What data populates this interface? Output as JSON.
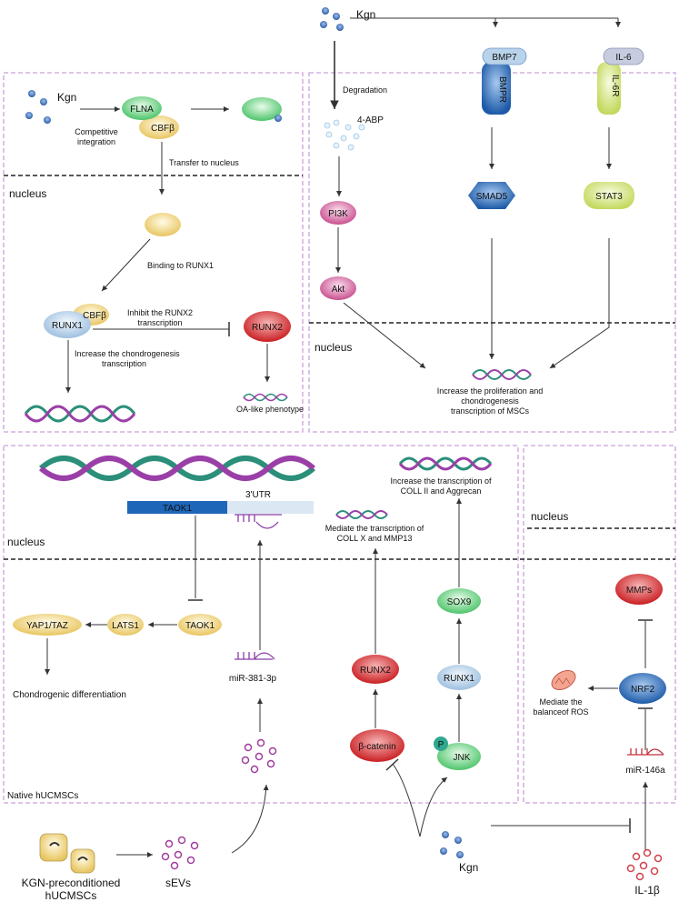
{
  "top": {
    "kgn": "Kgn",
    "degradation": "Degradation",
    "abp": "4-ABP",
    "pi3k": "PI3K",
    "akt": "Akt",
    "bmp7": "BMP7",
    "bmpr": "BMPR",
    "smad5": "SMAD5",
    "il6": "IL-6",
    "il6r": "IL-6R",
    "stat3": "STAT3",
    "nucleus": "nucleus",
    "increase_line1": "Increase the proliferation and",
    "increase_line2": "chondrogenesis",
    "increase_line3": "transcription of MSCs"
  },
  "left_panel": {
    "kgn": "Kgn",
    "flna": "FLNA",
    "cbfb": "CBFβ",
    "competitive_line1": "Competitive",
    "competitive_line2": "integration",
    "transfer": "Transfer to nucleus",
    "nucleus": "nucleus",
    "binding": "Binding to RUNX1",
    "runx1": "RUNX1",
    "cbfb2": "CBFβ",
    "inhibit_line1": "Inhibit the RUNX2",
    "inhibit_line2": "transcription",
    "runx2": "RUNX2",
    "increase_line1": "Increase the chondrogenesis",
    "increase_line2": "transcription",
    "oa": "OA-like phenotype"
  },
  "bottom_left": {
    "taok1_gene": "TAOK1",
    "utr": "3'UTR",
    "nucleus": "nucleus",
    "yap": "YAP1/TAZ",
    "lats1": "LATS1",
    "taok1": "TAOK1",
    "mir381": "miR-381-3p",
    "chondro": "Chondrogenic differentiation",
    "native": "Native hUCMSCs"
  },
  "bottom_mid": {
    "increase_line1": "Increase the  transcription of",
    "increase_line2": "COLL II and Aggrecan",
    "mediate_line1": "Mediate the  transcription of",
    "mediate_line2": "COLL X and MMP13",
    "sox9": "SOX9",
    "runx2": "RUNX2",
    "runx1": "RUNX1",
    "bcatenin": "β-catenin",
    "p": "P",
    "jnk": "JNK"
  },
  "bottom_right": {
    "nucleus": "nucleus",
    "mmps": "MMPs",
    "nrf2": "NRF2",
    "mediate_line1": "Mediate the",
    "mediate_line2": "balanceof ROS",
    "mir146": "miR-146a",
    "il1b": "IL-1β"
  },
  "footer": {
    "kgn_pre_line1": "KGN-preconditioned",
    "kgn_pre_line2": "hUCMSCs",
    "sevs": "sEVs",
    "kgn": "Kgn"
  },
  "colors": {
    "panel_border": "#c9a0dc",
    "nucleus_line": "#222222",
    "kgn_dot": "#3a6db5",
    "green_node": "#7bd88f",
    "yellow_node": "#f1d98a",
    "red_node": "#d9393b",
    "pink_node": "#d97aae",
    "blue_node": "#2f6fbf",
    "lightblue_node": "#b9d3ea",
    "lime_node": "#d6e88a"
  }
}
